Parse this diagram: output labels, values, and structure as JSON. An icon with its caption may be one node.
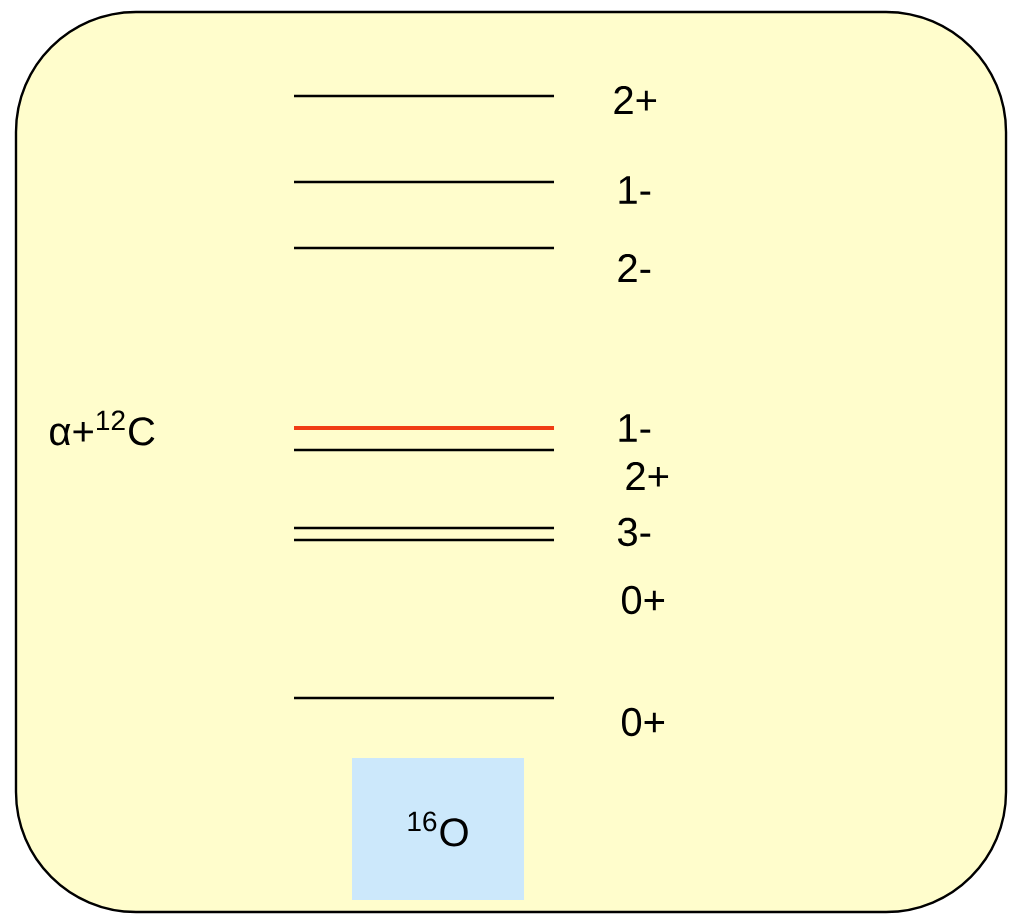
{
  "diagram": {
    "nodes": [
      {
        "text": [],
        "shape": "box"
      },
      {
        "text": [
          "$^{16}$O"
        ],
        "in": 0
      }
    ],
    "labels": [
      "2+",
      "1-",
      "2-",
      "α+$^{12}$C",
      "1-",
      "2+",
      "3-",
      "0+",
      "0+"
    ]
  }
}
